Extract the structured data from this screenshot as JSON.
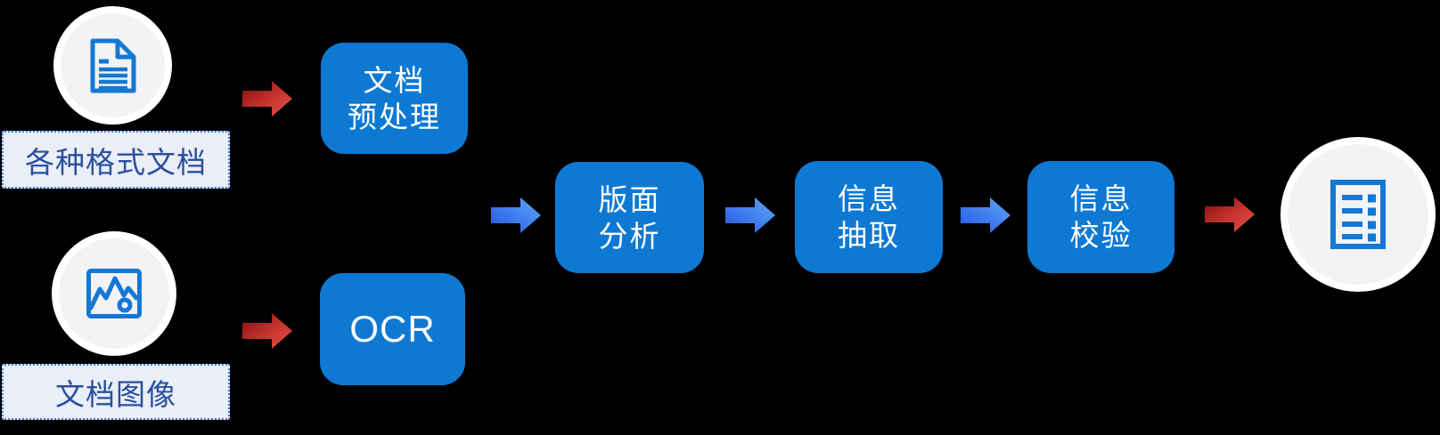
{
  "diagram_type": "pipeline-flowchart",
  "colors": {
    "background": "#000000",
    "node_blue": "#0d79d3",
    "icon_blue": "#1478d4",
    "node_text": "#ffffff",
    "label_bg": "#e9eef8",
    "label_border": "#3d7fdd",
    "label_text": "#2a4f9e",
    "circle_fill": "#f2f3f5",
    "circle_ring": "#ffffff",
    "red_arrow_dark": "#7d0c10",
    "red_arrow_light": "#e2524b",
    "blue_arrow_dark": "#2455e4",
    "blue_arrow_light": "#5fa9f8"
  },
  "inputs": [
    {
      "label": "各种格式文档",
      "icon": "document-icon"
    },
    {
      "label": "文档图像",
      "icon": "image-icon"
    }
  ],
  "nodes": {
    "preprocess": "文档\n预处理",
    "ocr": "OCR",
    "layout_analysis": "版面\n分析",
    "info_extraction": "信息\n抽取",
    "info_verification": "信息\n校验"
  },
  "output": {
    "icon": "form-icon"
  },
  "flow": [
    "各种格式文档 → 文档预处理 → 版面分析",
    "文档图像 → OCR → 版面分析",
    "版面分析 → 信息抽取 → 信息校验 → 输出"
  ]
}
